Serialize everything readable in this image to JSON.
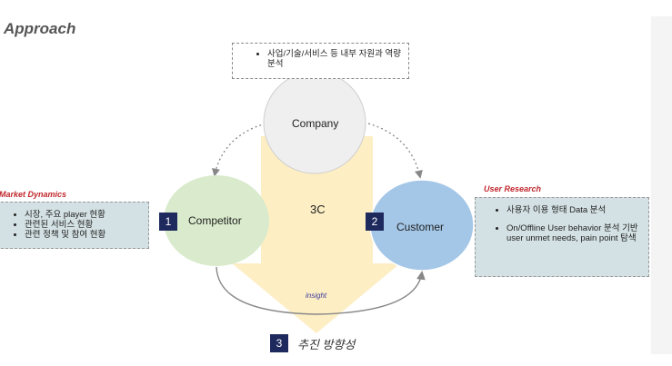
{
  "title": "Approach",
  "center_label": "3C",
  "insight_label": "insight",
  "company": {
    "label": "Company",
    "notes": [
      "사업/기술/서비스 등 내부 자원과 역량 분석"
    ]
  },
  "competitor": {
    "number": "1",
    "label": "Competitor",
    "section_title": "Market Dynamics",
    "notes": [
      "시장, 주요 player 현황",
      "관련된 서비스 현황",
      "관련 정책 및 참여 현황"
    ]
  },
  "customer": {
    "number": "2",
    "label": "Customer",
    "section_title": "User Research",
    "notes": [
      "사용자 이용 형태 Data 분석",
      "On/Offline User behavior 분석 기반 user unmet needs, pain point 탐색"
    ]
  },
  "direction": {
    "number": "3",
    "label": "추진 방향성"
  },
  "colors": {
    "arrow_fill": "#fdeec4",
    "company_circle": "#efefef",
    "competitor_circle": "#d9ebcc",
    "customer_circle": "#a4c7e8",
    "notes_fill": "#d4e1e4",
    "badge": "#1e2a5e",
    "section_title": "#c0272d"
  },
  "icons": [
    "dotted-arc-arrow",
    "solid-arc-arrow",
    "down-arrow-shape"
  ]
}
